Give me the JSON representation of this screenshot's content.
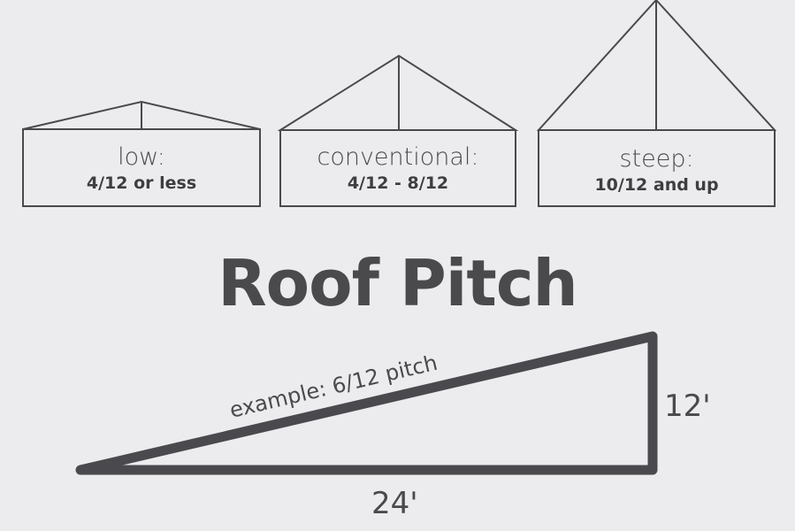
{
  "colors": {
    "background": "#ececee",
    "line": "#4a494d",
    "text": "#454447"
  },
  "roof_types": [
    {
      "name": "low:",
      "range": "4/12 or less"
    },
    {
      "name": "conventional:",
      "range": "4/12 - 8/12"
    },
    {
      "name": "steep:",
      "range": "10/12 and up"
    }
  ],
  "title": "Roof Pitch",
  "example": {
    "label": "example: 6/12 pitch",
    "rise": "12'",
    "run": "24'"
  }
}
